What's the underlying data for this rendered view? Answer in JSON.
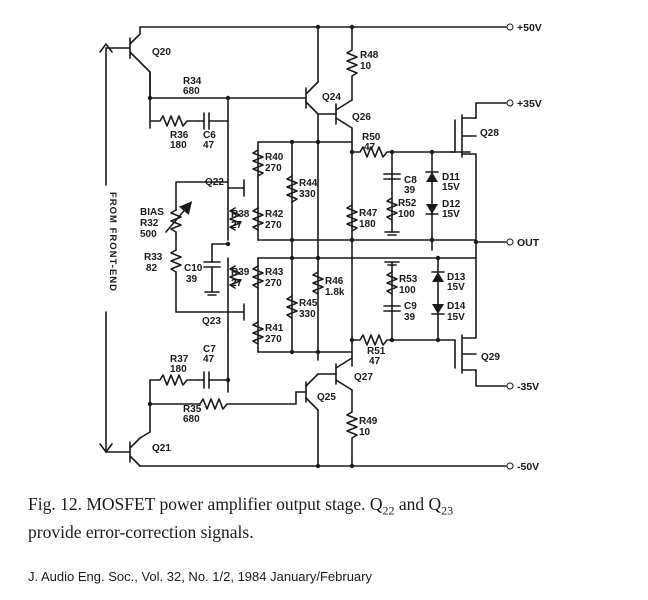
{
  "figure": {
    "caption_prefix": "Fig. 12.  MOSFET power amplifier output stage. Q",
    "caption_sub1": "22",
    "caption_mid": " and Q",
    "caption_sub2": "23",
    "caption_line2": "provide error-correction signals.",
    "source": "J. Audio Eng. Soc., Vol. 32, No. 1/2, 1984 January/February"
  },
  "rails": {
    "plus50": "+50V",
    "plus35": "+35V",
    "out": "OUT",
    "minus35": "-35V",
    "minus50": "-50V"
  },
  "side_label": "FROM FRONT-END",
  "transistors": {
    "q20": "Q20",
    "q21": "Q21",
    "q22": "Q22",
    "q23": "Q23",
    "q24": "Q24",
    "q25": "Q25",
    "q26": "Q26",
    "q27": "Q27",
    "q28": "Q28",
    "q29": "Q29"
  },
  "resistors": {
    "r48": {
      "name": "R48",
      "value": "10"
    },
    "r34": {
      "name": "R34",
      "value": "680"
    },
    "r36": {
      "name": "R36",
      "value": "180"
    },
    "r50": {
      "name": "R50",
      "value": "47"
    },
    "r40": {
      "name": "R40",
      "value": "270"
    },
    "r44": {
      "name": "R44",
      "value": "330"
    },
    "r38": {
      "name": "R38",
      "value": "27"
    },
    "r42": {
      "name": "R42",
      "value": "270"
    },
    "r47": {
      "name": "R47",
      "value": "180"
    },
    "r52": {
      "name": "R52",
      "value": "100"
    },
    "r32": {
      "name": "R32",
      "value": "500",
      "tag": "BIAS"
    },
    "r33": {
      "name": "R33",
      "value": "82"
    },
    "r39": {
      "name": "R39",
      "value": "27"
    },
    "r43": {
      "name": "R43",
      "value": "270"
    },
    "r46": {
      "name": "R46",
      "value": "1.8k"
    },
    "r53": {
      "name": "R53",
      "value": "100"
    },
    "r45": {
      "name": "R45",
      "value": "330"
    },
    "r41": {
      "name": "R41",
      "value": "270"
    },
    "r51": {
      "name": "R51",
      "value": "47"
    },
    "r37": {
      "name": "R37",
      "value": "180"
    },
    "r35": {
      "name": "R35",
      "value": "680"
    },
    "r49": {
      "name": "R49",
      "value": "10"
    }
  },
  "capacitors": {
    "c6": {
      "name": "C6",
      "value": "47"
    },
    "c8": {
      "name": "C8",
      "value": "39"
    },
    "c10": {
      "name": "C10",
      "value": "39"
    },
    "c9": {
      "name": "C9",
      "value": "39"
    },
    "c7": {
      "name": "C7",
      "value": "47"
    }
  },
  "diodes": {
    "d11": {
      "name": "D11",
      "value": "15V"
    },
    "d12": {
      "name": "D12",
      "value": "15V"
    },
    "d13": {
      "name": "D13",
      "value": "15V"
    },
    "d14": {
      "name": "D14",
      "value": "15V"
    }
  }
}
